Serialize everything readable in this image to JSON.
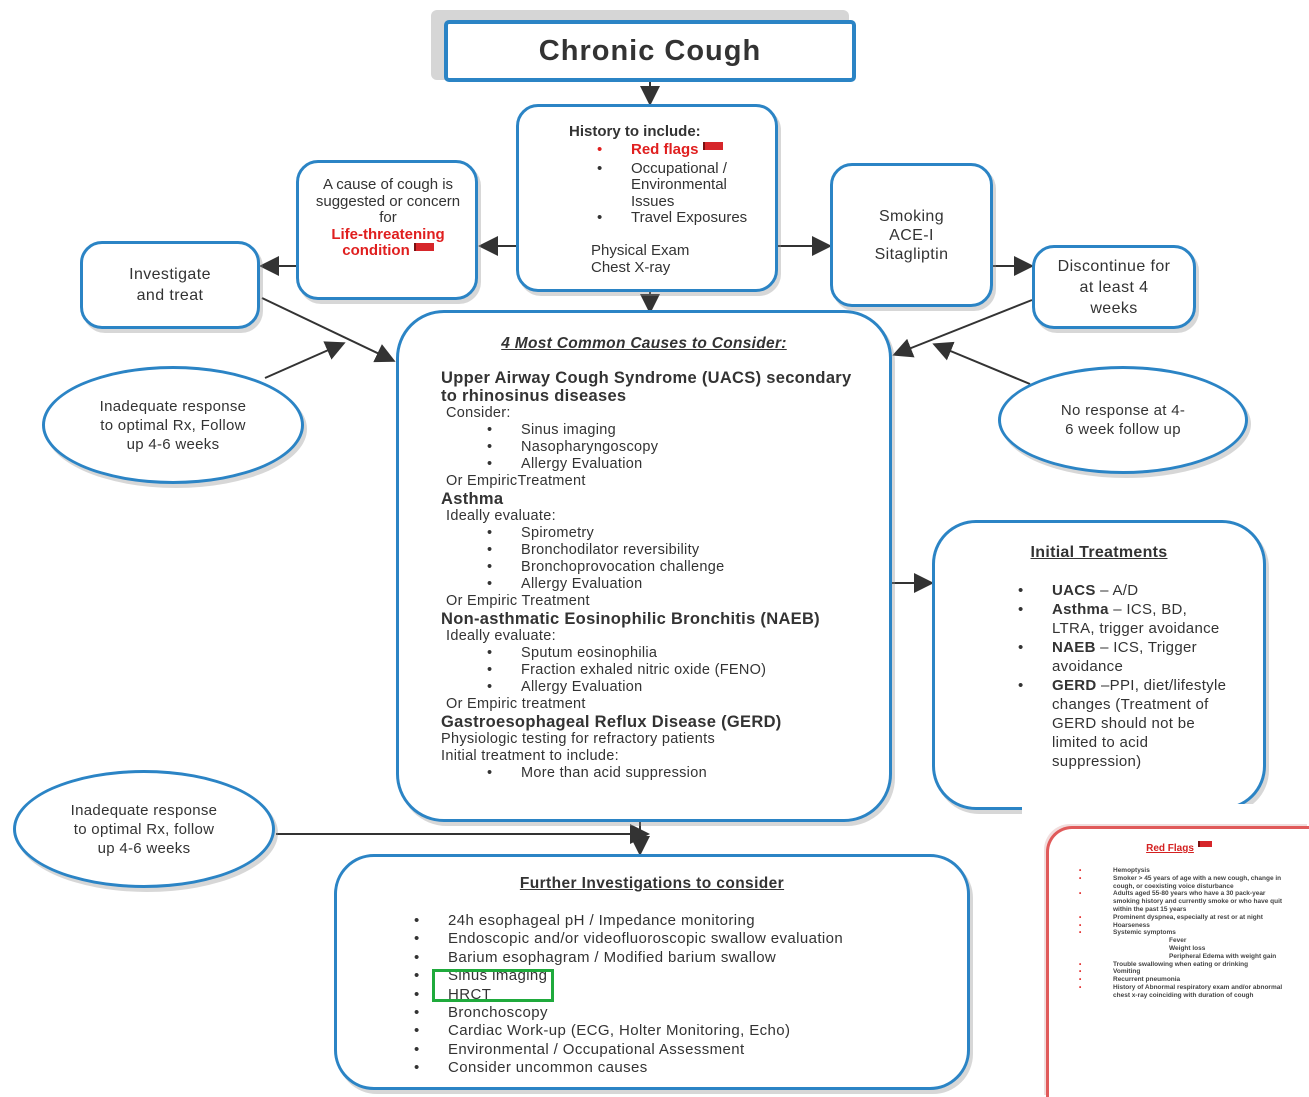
{
  "title": "Chronic Cough",
  "history": {
    "heading": "History to include:",
    "items": [
      {
        "text": "Red flags",
        "red": true
      },
      {
        "text": "Occupational / Environmental Issues",
        "red": false
      },
      {
        "text": "Travel Exposures",
        "red": false
      }
    ],
    "extra": [
      "Physical Exam",
      "Chest X-ray"
    ]
  },
  "life_threatening": {
    "text": "A cause of cough is suggested or concern for",
    "red_text": "Life-threatening condition"
  },
  "investigate": "Investigate and treat",
  "smoking": [
    "Smoking",
    "ACE-I",
    "Sitagliptin"
  ],
  "discontinue": "Discontinue for at least 4 weeks",
  "inadequate_top": "Inadequate response to optimal Rx, Follow up 4-6 weeks",
  "no_response": "No response at 4-6 week follow up",
  "inadequate_bottom": "Inadequate response to optimal Rx, follow up 4-6 weeks",
  "causes": {
    "heading": "4 Most Common Causes to Consider:",
    "uacs": {
      "title": "Upper Airway Cough Syndrome (UACS) secondary to rhinosinus diseases",
      "lead": "Consider:",
      "items": [
        "Sinus imaging",
        "Nasopharyngoscopy",
        "Allergy Evaluation"
      ],
      "tail": "Or EmpiricTreatment"
    },
    "asthma": {
      "title": "Asthma",
      "lead": "Ideally evaluate:",
      "items": [
        "Spirometry",
        "Bronchodilator reversibility",
        "Bronchoprovocation challenge",
        "Allergy Evaluation"
      ],
      "tail": "Or Empiric Treatment"
    },
    "naeb": {
      "title": "Non-asthmatic Eosinophilic Bronchitis (NAEB)",
      "lead": "Ideally evaluate:",
      "items": [
        "Sputum eosinophilia",
        "Fraction exhaled nitric oxide (FENO)",
        "Allergy Evaluation"
      ],
      "tail": "Or Empiric treatment"
    },
    "gerd": {
      "title": "Gastroesophageal Reflux Disease (GERD)",
      "line1": "Physiologic testing for refractory patients",
      "line2": "Initial treatment to include:",
      "items": [
        "More than acid suppression"
      ]
    }
  },
  "treatments": {
    "heading": "Initial Treatments",
    "items": [
      {
        "bold": "UACS",
        "text": " – A/D"
      },
      {
        "bold": "Asthma",
        "text": " – ICS, BD, LTRA, trigger avoidance"
      },
      {
        "bold": "NAEB",
        "text": " – ICS, Trigger avoidance"
      },
      {
        "bold": "GERD",
        "text": " –PPI, diet/lifestyle changes (Treatment of GERD should not be limited to acid suppression)"
      }
    ]
  },
  "further": {
    "heading": "Further Investigations to consider",
    "items": [
      "24h esophageal pH / Impedance monitoring",
      "Endoscopic and/or videofluoroscopic swallow evaluation",
      "Barium esophagram / Modified barium swallow",
      "Sinus imaging",
      "HRCT",
      "Bronchoscopy",
      "Cardiac Work-up (ECG, Holter Monitoring, Echo)",
      "Environmental / Occupational Assessment",
      "Consider uncommon causes"
    ]
  },
  "red_flags_inset": {
    "heading": "Red Flags",
    "items": [
      "Hemoptysis",
      "Smoker > 45 years of age with a new cough, change in cough, or coexisting voice disturbance",
      "Adults aged 55-80 years who have a 30 pack-year smoking history and currently smoke or who have quit within the past 15 years",
      "Prominent dyspnea, especially at rest or at night",
      "Hoarseness",
      "Systemic symptoms",
      "Trouble swallowing when eating or drinking",
      "Vomiting",
      "Recurrent pneumonia",
      "History of Abnormal respiratory exam and/or abnormal chest x-ray coinciding with duration of cough"
    ],
    "sub_items": [
      "Fever",
      "Weight loss",
      "Peripheral Edema with weight gain"
    ]
  }
}
